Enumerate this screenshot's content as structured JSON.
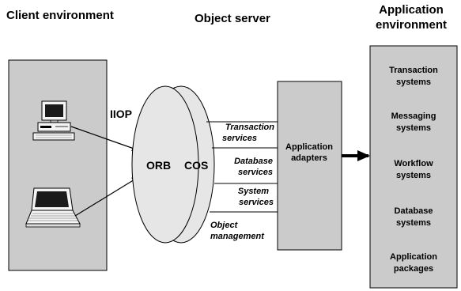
{
  "headers": {
    "client": "Client environment",
    "object_server": "Object server",
    "application_line1": "Application",
    "application_line2": "environment"
  },
  "protocol_label": "IIOP",
  "orb_label": "ORB",
  "cos_label": "COS",
  "services": [
    {
      "line1": "Transaction",
      "line2": "services"
    },
    {
      "line1": "Database",
      "line2": "services"
    },
    {
      "line1": "System",
      "line2": "services"
    },
    {
      "line1": "Object",
      "line2": "management"
    }
  ],
  "adapters": {
    "line1": "Application",
    "line2": "adapters"
  },
  "app_systems": [
    {
      "line1": "Transaction",
      "line2": "systems"
    },
    {
      "line1": "Messaging",
      "line2": "systems"
    },
    {
      "line1": "Workflow",
      "line2": "systems"
    },
    {
      "line1": "Database",
      "line2": "systems"
    },
    {
      "line1": "Application",
      "line2": "packages"
    }
  ],
  "colors": {
    "panel_fill": "#cbcbcb",
    "orb_fill": "#e6e6e6",
    "line": "#000000"
  },
  "icons": [
    "desktop-computer-icon",
    "laptop-computer-icon"
  ]
}
